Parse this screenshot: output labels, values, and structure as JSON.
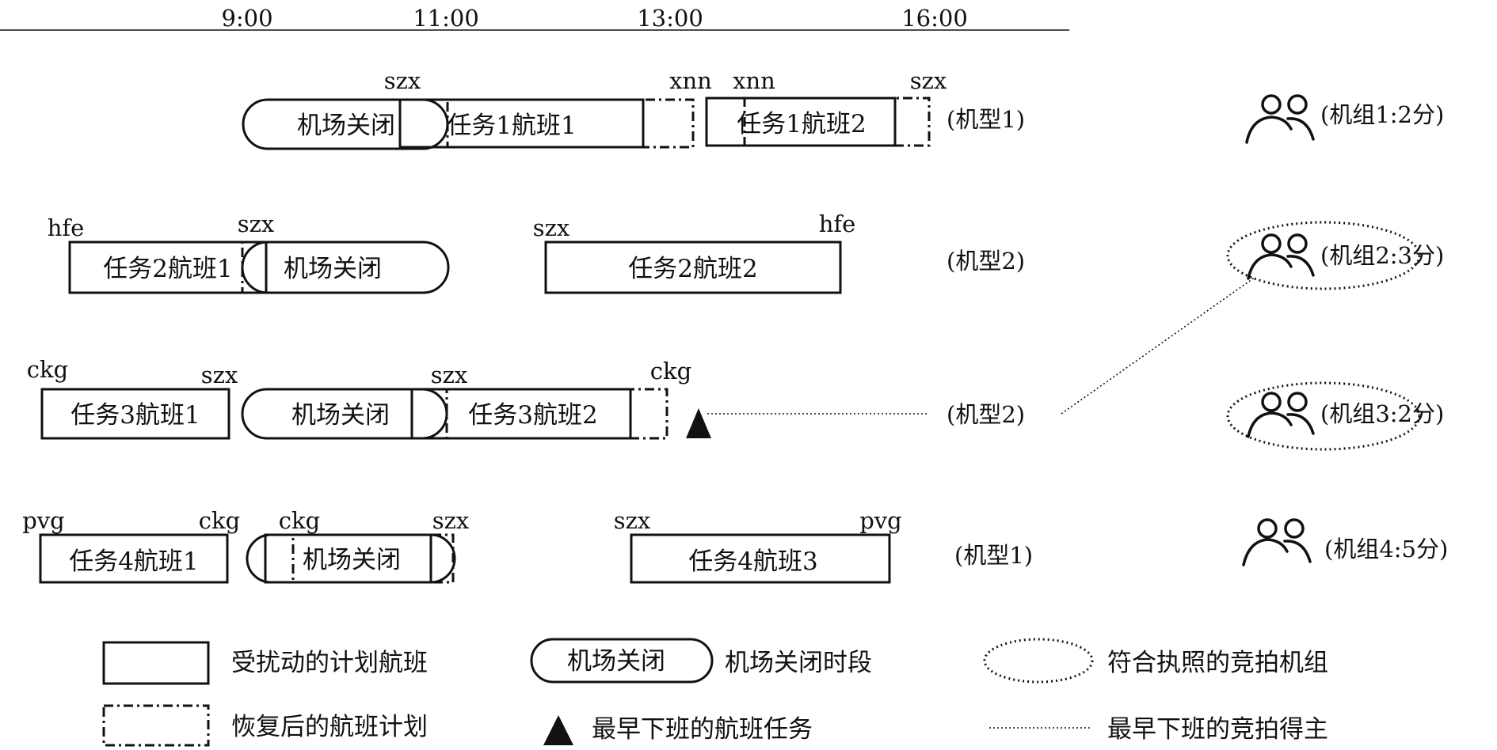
{
  "timeline": {
    "times": [
      "9:00",
      "11:00",
      "13:00",
      "16:00"
    ]
  },
  "airport_closed_label": "机场关闭",
  "rows": [
    {
      "codes": [
        "szx",
        "xnn",
        "xnn",
        "szx"
      ],
      "flights": [
        "任务1航班1",
        "任务1航班2"
      ],
      "aircraft_type": "(机型1)",
      "crew": "(机组1:2分)"
    },
    {
      "codes": [
        "hfe",
        "szx",
        "szx",
        "hfe"
      ],
      "flights": [
        "任务2航班1",
        "任务2航班2"
      ],
      "aircraft_type": "(机型2)",
      "crew": "(机组2:3分)"
    },
    {
      "codes": [
        "ckg",
        "szx",
        "szx",
        "ckg"
      ],
      "flights": [
        "任务3航班1",
        "任务3航班2"
      ],
      "aircraft_type": "(机型2)",
      "crew": "(机组3:2分)"
    },
    {
      "codes": [
        "pvg",
        "ckg",
        "ckg",
        "szx",
        "szx",
        "pvg"
      ],
      "flights": [
        "任务4航班1",
        "任务4航班3"
      ],
      "aircraft_type": "(机型1)",
      "crew": "(机组4:5分)"
    }
  ],
  "legend": {
    "disrupted_flight": "受扰动的计划航班",
    "recovered_plan": "恢复后的航班计划",
    "closure_period": "机场关闭时段",
    "earliest_task": "最早下班的航班任务",
    "licensed_crew": "符合执照的竞拍机组",
    "auction_winner": "最早下班的竞拍得主"
  }
}
